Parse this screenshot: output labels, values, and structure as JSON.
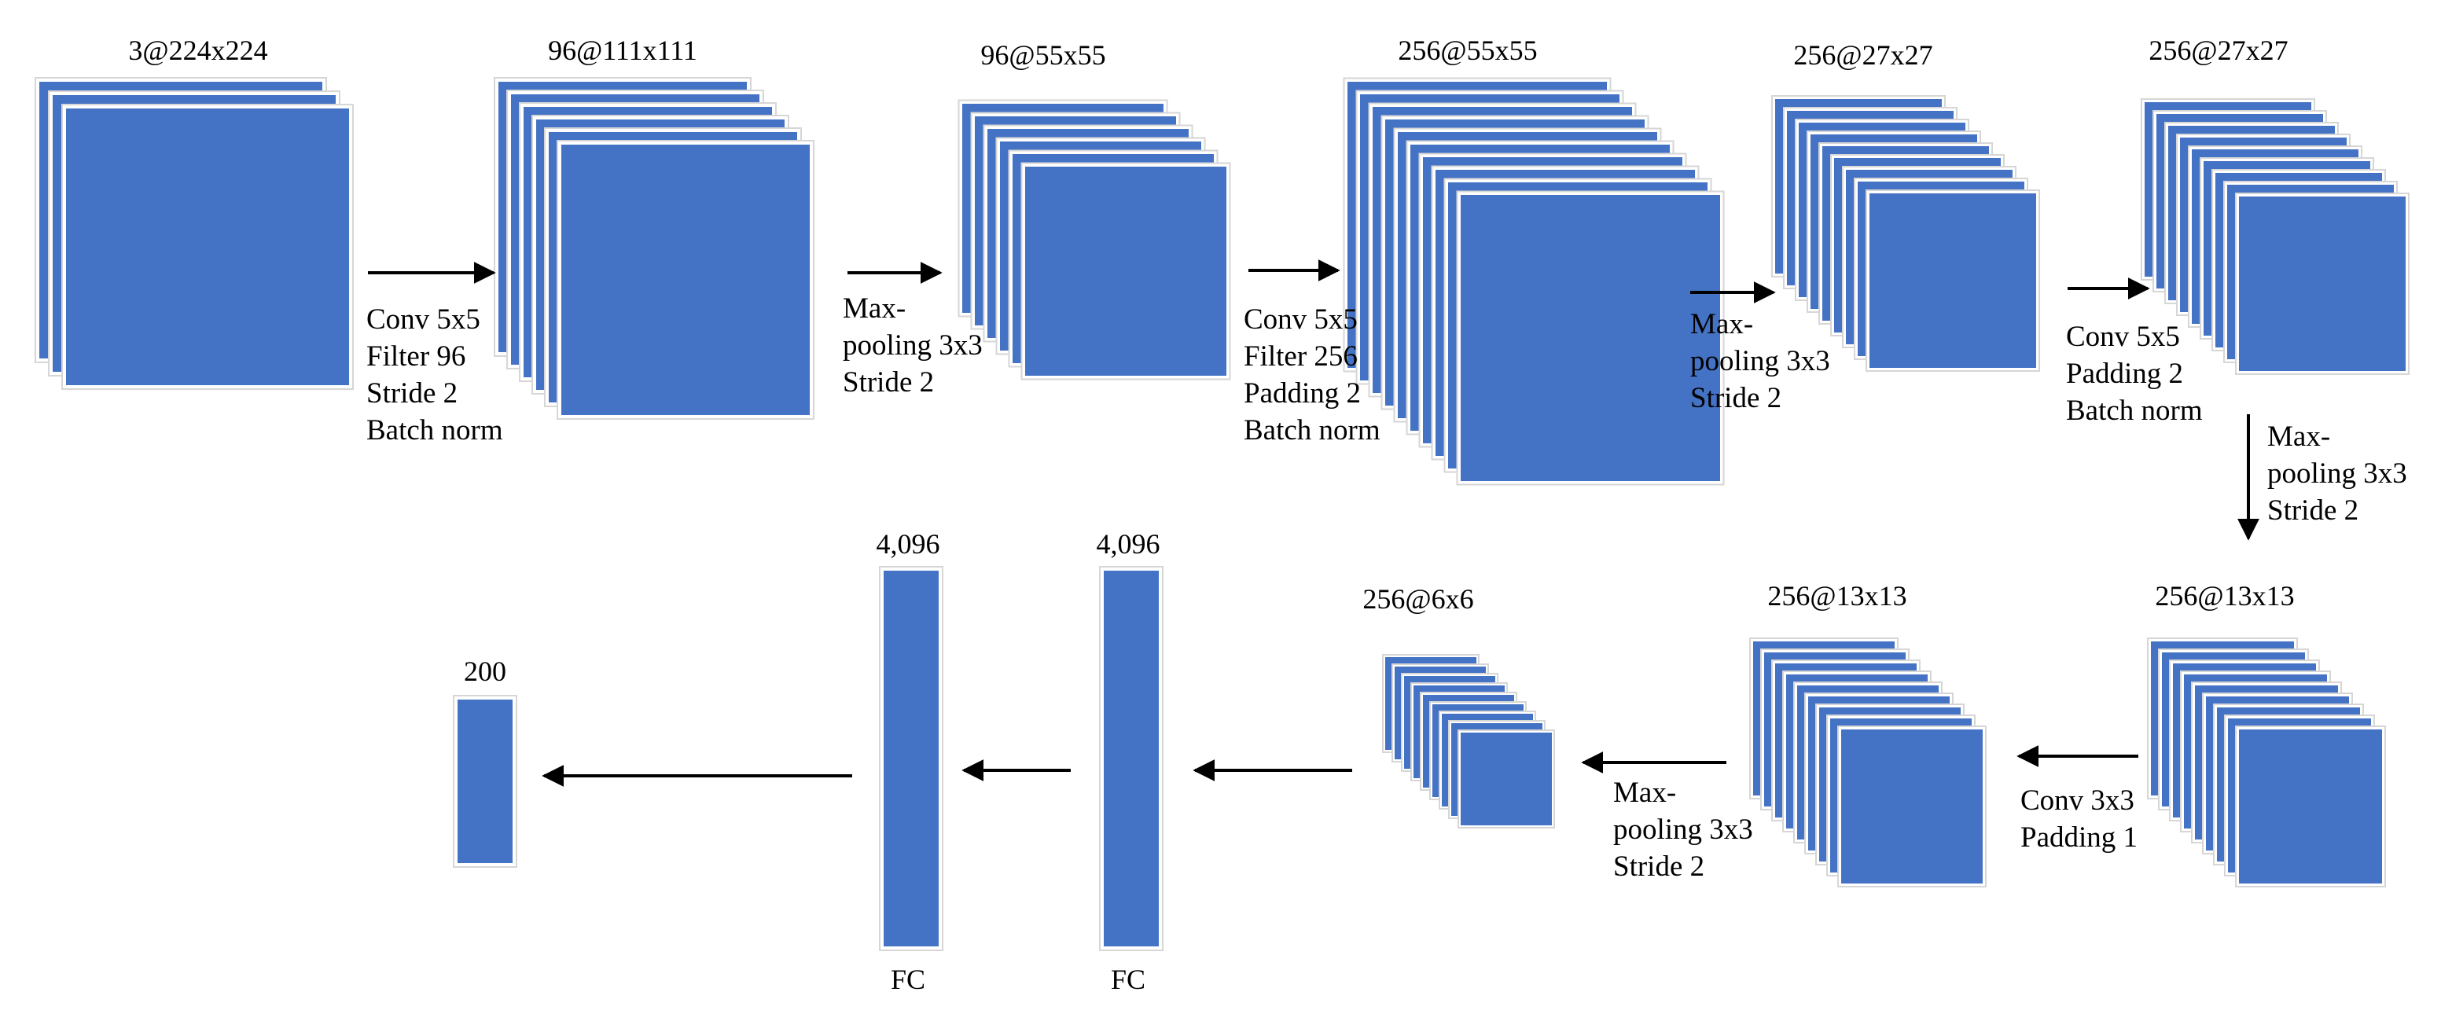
{
  "colors": {
    "fill": "#4472C4",
    "outline": "#D6D6D6",
    "arrow": "#000000"
  },
  "layers": [
    {
      "id": "input",
      "dim_label": "3@224x224"
    },
    {
      "id": "conv1",
      "dim_label": "96@111x111"
    },
    {
      "id": "pool1",
      "dim_label": "96@55x55"
    },
    {
      "id": "conv2",
      "dim_label": "256@55x55"
    },
    {
      "id": "pool2",
      "dim_label": "256@27x27"
    },
    {
      "id": "conv3",
      "dim_label": "256@27x27"
    },
    {
      "id": "pool3",
      "dim_label": "256@13x13"
    },
    {
      "id": "conv4",
      "dim_label": "256@13x13"
    },
    {
      "id": "pool4",
      "dim_label": "256@6x6"
    },
    {
      "id": "fc1",
      "dim_label": "4,096",
      "type_label": "FC"
    },
    {
      "id": "fc2",
      "dim_label": "4,096",
      "type_label": "FC"
    },
    {
      "id": "output",
      "dim_label": "200"
    }
  ],
  "operations": [
    {
      "id": "op-conv1",
      "lines": [
        "Conv 5x5",
        "Filter 96",
        "Stride 2",
        "Batch norm"
      ]
    },
    {
      "id": "op-pool1",
      "lines": [
        "Max-",
        "pooling 3x3",
        "Stride 2"
      ]
    },
    {
      "id": "op-conv2",
      "lines": [
        "Conv 5x5",
        "Filter 256",
        "Padding 2",
        "Batch norm"
      ]
    },
    {
      "id": "op-pool2",
      "lines": [
        "Max-",
        "pooling 3x3",
        "Stride 2"
      ]
    },
    {
      "id": "op-conv3",
      "lines": [
        "Conv 5x5",
        "Padding 2",
        "Batch norm"
      ]
    },
    {
      "id": "op-pool3",
      "lines": [
        "Max-",
        "pooling 3x3",
        "Stride 2"
      ]
    },
    {
      "id": "op-conv4",
      "lines": [
        "Conv 3x3",
        "Padding 1"
      ]
    },
    {
      "id": "op-pool4",
      "lines": [
        "Max-",
        "pooling 3x3",
        "Stride 2"
      ]
    }
  ]
}
